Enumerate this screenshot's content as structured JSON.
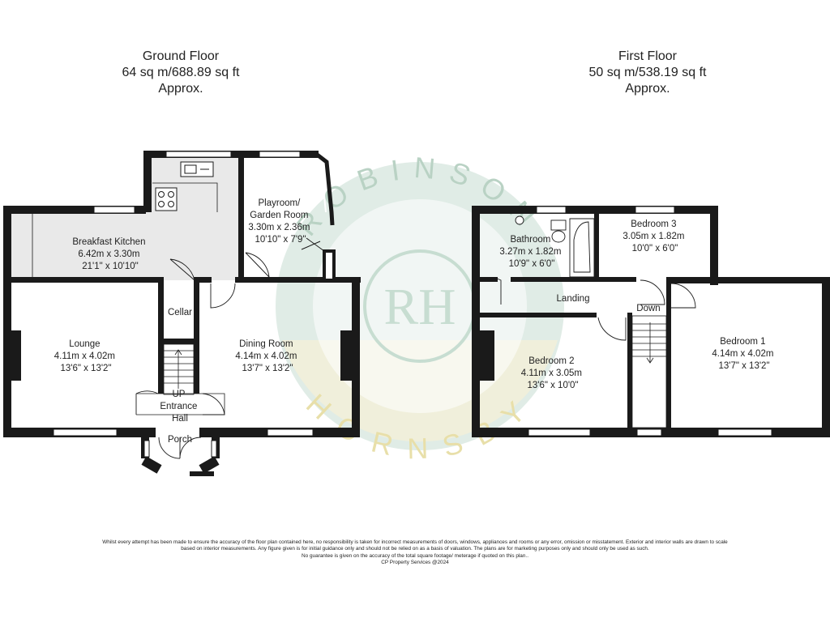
{
  "headings": {
    "ground": {
      "title": "Ground Floor",
      "area": "64 sq m/688.89 sq ft",
      "approx": "Approx."
    },
    "first": {
      "title": "First Floor",
      "area": "50 sq m/538.19 sq ft",
      "approx": "Approx."
    }
  },
  "rooms": {
    "kitchen": {
      "name": "Breakfast Kitchen",
      "metric": "6.42m x 3.30m",
      "imperial": "21'1\" x 10'10\""
    },
    "playroom": {
      "name1": "Playroom/",
      "name2": "Garden Room",
      "metric": "3.30m x 2.36m",
      "imperial": "10'10\" x 7'9\""
    },
    "cellar": {
      "name": "Cellar"
    },
    "lounge": {
      "name": "Lounge",
      "metric": "4.11m x 4.02m",
      "imperial": "13'6\" x 13'2\""
    },
    "dining": {
      "name": "Dining Room",
      "metric": "4.14m x 4.02m",
      "imperial": "13'7\" x 13'2\""
    },
    "entrance": {
      "up": "UP",
      "name1": "Entrance",
      "name2": "Hall"
    },
    "porch": {
      "name": "Porch"
    },
    "bathroom": {
      "name": "Bathroom",
      "metric": "3.27m x 1.82m",
      "imperial": "10'9\" x 6'0\""
    },
    "bedroom3": {
      "name": "Bedroom 3",
      "metric": "3.05m x 1.82m",
      "imperial": "10'0\" x 6'0\""
    },
    "landing": {
      "name": "Landing"
    },
    "down": {
      "name": "Down"
    },
    "bedroom2": {
      "name": "Bedroom 2",
      "metric": "4.11m x 3.05m",
      "imperial": "13'6\" x 10'0\""
    },
    "bedroom1": {
      "name": "Bedroom 1",
      "metric": "4.14m x 4.02m",
      "imperial": "13'7\" x 13'2\""
    }
  },
  "watermark": {
    "ring_top": "ROBINSON",
    "ring_bottom": "HORNSBY",
    "monogram": "RH"
  },
  "disclaimer": [
    "Whilst every attempt has been made to ensure the accuracy of the floor plan contained here, no responsibility is taken for incorrect measurements of doors, windows, appliances and rooms or any error, omission or misstatement. Exterior and interior walls are drawn to scale",
    "based on interior measurements. Any figure given is for initial guidance only and should not be relied on as a basis of valuation. The plans are for marketing purposes only and should only be used as such.",
    "No guarantee is given on the accuracy of the total square footage/ meterage if quoted on this plan..",
    "CP Property Services @2024"
  ],
  "colors": {
    "wall": "#1a1a1a",
    "watermark_green": "#c7ddd1",
    "watermark_yellow": "#f6f1d6"
  }
}
